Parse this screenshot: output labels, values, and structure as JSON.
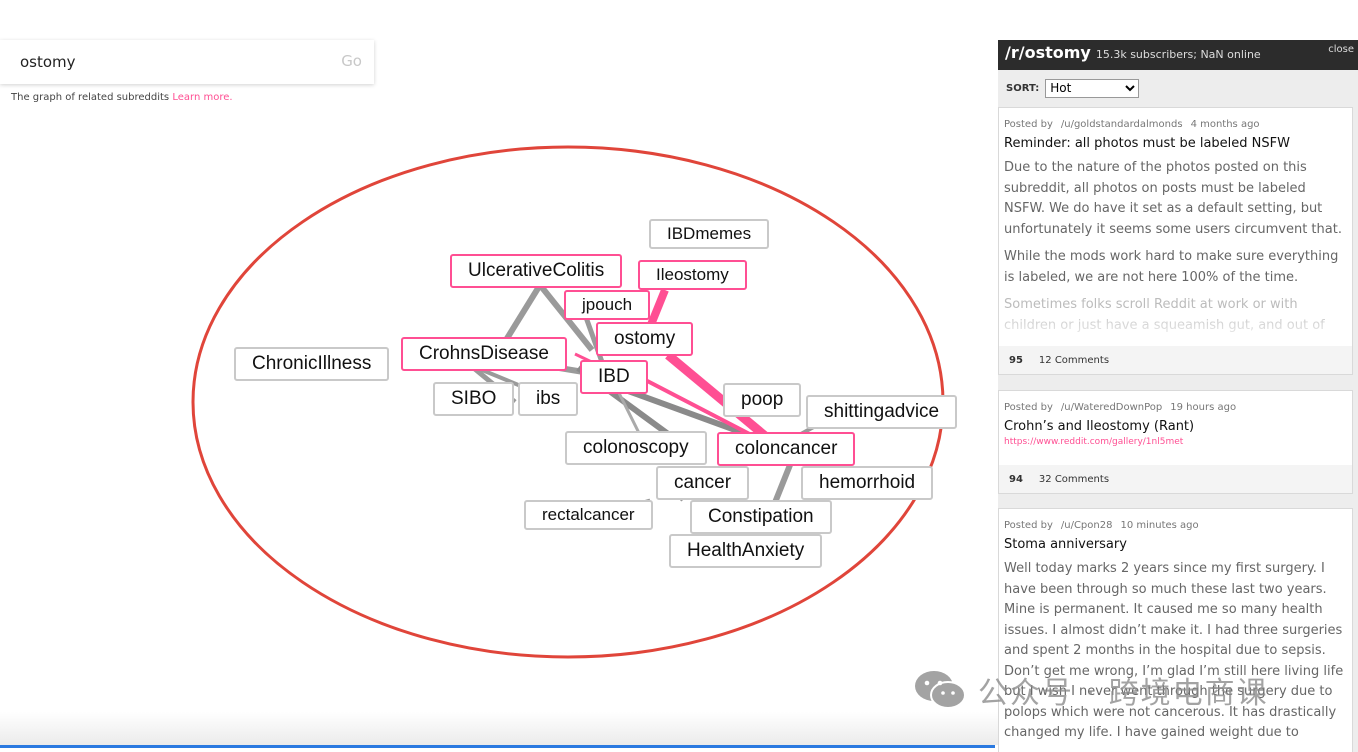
{
  "search": {
    "value": "ostomy",
    "go_label": "Go"
  },
  "caption": {
    "text": "The graph of related subreddits ",
    "learn_more": "Learn more."
  },
  "graph": {
    "nodes": {
      "ibdmemes": "IBDmemes",
      "ulcerativecolitis": "UlcerativeColitis",
      "ileostomy": "Ileostomy",
      "jpouch": "jpouch",
      "ostomy": "ostomy",
      "chronicillness": "ChronicIllness",
      "crohnsdisease": "CrohnsDisease",
      "ibd": "IBD",
      "sibo": "SIBO",
      "ibs": "ibs",
      "poop": "poop",
      "shittingadvice": "shittingadvice",
      "colonoscopy": "colonoscopy",
      "coloncancer": "coloncancer",
      "cancer": "cancer",
      "hemorrhoid": "hemorrhoid",
      "rectalcancer": "rectalcancer",
      "constipation": "Constipation",
      "healthanxiety": "HealthAnxiety"
    },
    "highlight_color": "#ff4f93",
    "annotation_color": "#e0453a"
  },
  "sidebar": {
    "title": "/r/ostomy",
    "subtitle": "15.3k subscribers; NaN online",
    "close_label": "close",
    "sort_label": "SORT:",
    "sort_value": "Hot",
    "posts": [
      {
        "posted_by": "Posted by",
        "user": "/u/goldstandardalmonds",
        "time": "4 months ago",
        "title": "Reminder: all photos must be labeled NSFW",
        "body": [
          "Due to the nature of the photos posted on this subreddit, all photos on posts must be labeled NSFW. We do have it set as a default setting, but unfortunately it seems some users circumvent that.",
          "While the mods work hard to make sure everything is labeled, we are not here 100% of the time.",
          "Sometimes folks scroll Reddit at work or with children or just have a squeamish gut, and out of"
        ],
        "score": "95",
        "comments": "12 Comments"
      },
      {
        "posted_by": "Posted by",
        "user": "/u/WateredDownPop",
        "time": "19 hours ago",
        "title": "Crohn’s and Ileostomy (Rant)",
        "link": "https://www.reddit.com/gallery/1nl5met",
        "score": "94",
        "comments": "32 Comments"
      },
      {
        "posted_by": "Posted by",
        "user": "/u/Cpon28",
        "time": "10 minutes ago",
        "title": "Stoma anniversary",
        "body": [
          "Well today marks 2 years since my first surgery. I have been through so much these last two years. Mine is permanent. It caused me so many health issues. I almost didn’t make it. I had three surgeries and spent 2 months in the hospital due to sepsis. Don’t get me wrong, I’m glad I’m still here living life but I wish I never went through the surgery due to polops which were not cancerous. It has drastically changed my life. I have gained weight due to"
        ]
      }
    ]
  },
  "watermark": {
    "text": "公众号 · 跨境电商课"
  }
}
